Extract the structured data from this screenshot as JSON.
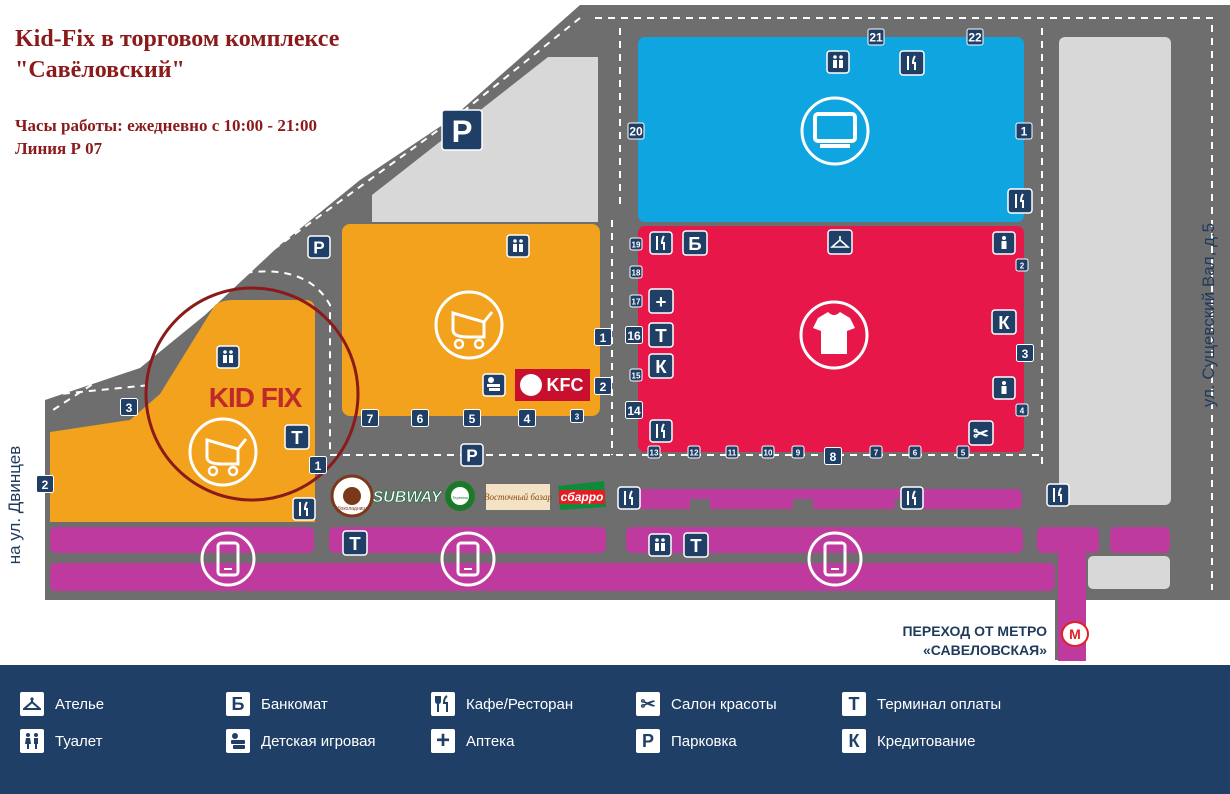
{
  "header": {
    "title_line1": "Kid-Fix в торговом комплексе",
    "title_line2": "\"Савёловский\"",
    "hours": "Часы работы: ежедневно с 10:00 - 21:00",
    "line": "Линия Р 07"
  },
  "streets": {
    "right": "ул. Сущевский Вал, д.5",
    "left": "на ул. Двинцев"
  },
  "metro": {
    "label_line1": "ПЕРЕХОД ОТ МЕТРО",
    "label_line2": "«САВЕЛОВСКАЯ»",
    "symbol": "М"
  },
  "brands": {
    "kidfix": "KID FIX",
    "kfc": "KFC",
    "subway": "SUBWAY",
    "sbarro": "сбарро",
    "vostochny": "Восточный базар",
    "shokoladnitsa": "Шоколадница",
    "teremok": "Теремок"
  },
  "entrances": {
    "blue": [
      "21",
      "22",
      "20",
      "1"
    ],
    "red": [
      "19",
      "18",
      "17",
      "16",
      "15",
      "14",
      "13",
      "12",
      "11",
      "10",
      "9",
      "8",
      "7",
      "6",
      "5",
      "2",
      "3",
      "4"
    ],
    "orange": [
      "1",
      "2",
      "3",
      "4",
      "5",
      "6",
      "7"
    ],
    "kid": [
      "1",
      "2",
      "3"
    ]
  },
  "legend": [
    {
      "icon": "atelier-icon",
      "glyph": "⌃",
      "label": "Ателье"
    },
    {
      "icon": "atm-icon",
      "glyph": "Б",
      "label": "Банкомат"
    },
    {
      "icon": "cafe-icon",
      "glyph": "||",
      "label": "Кафе/Ресторан"
    },
    {
      "icon": "beauty-salon-icon",
      "glyph": "✂",
      "label": "Салон красоты"
    },
    {
      "icon": "payment-terminal-icon",
      "glyph": "Т",
      "label": "Терминал оплаты"
    },
    {
      "icon": "toilet-icon",
      "glyph": "♀♂",
      "label": "Туалет"
    },
    {
      "icon": "playroom-icon",
      "glyph": "◒",
      "label": "Детская игровая"
    },
    {
      "icon": "pharmacy-icon",
      "glyph": "+",
      "label": "Аптека"
    },
    {
      "icon": "parking-icon",
      "glyph": "P",
      "label": "Парковка"
    },
    {
      "icon": "credit-icon",
      "glyph": "К",
      "label": "Кредитование"
    }
  ],
  "colors": {
    "road": "#6e6e6e",
    "electronics": "#0ea5e0",
    "clothing": "#e8174a",
    "kids": "#f2a21c",
    "mobile": "#bf3a9e",
    "legend_bg": "#1f3f66",
    "highlight": "#8b1a1a"
  }
}
